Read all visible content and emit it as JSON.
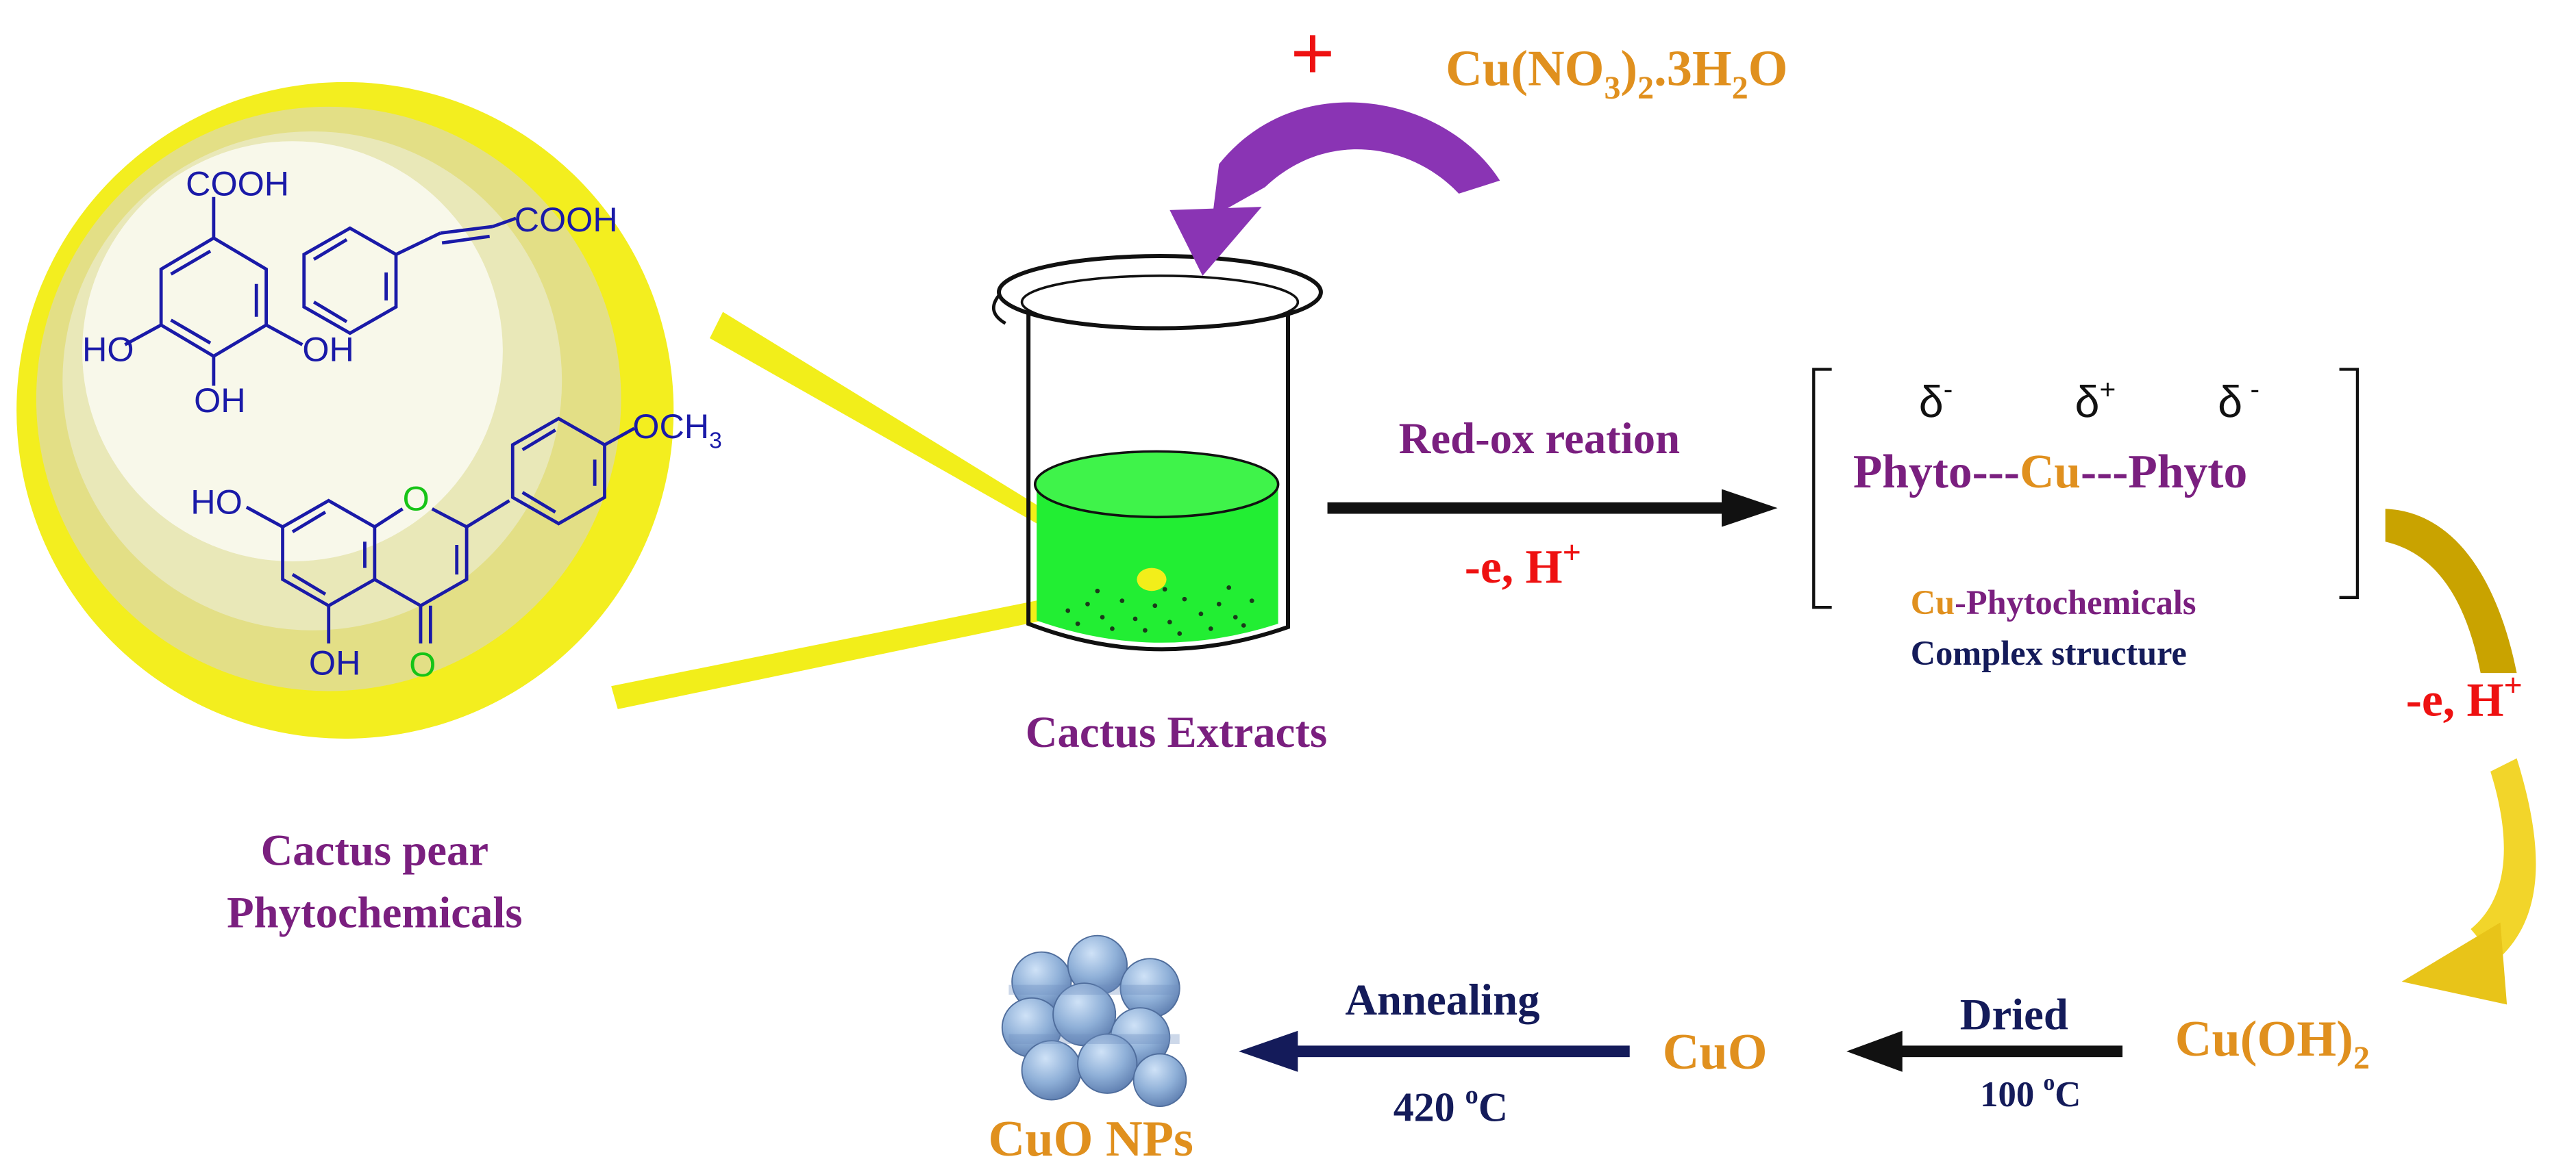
{
  "colors": {
    "purple": "#7a1f7f",
    "orange": "#e0901e",
    "red": "#ee1111",
    "navy": "#141b5a",
    "structure_blue": "#1a1aa8",
    "structure_green": "#17c417",
    "solution_green": "#22ee33",
    "lens_yellow": "#f2ee1a",
    "gold_arrow": "#c9a300",
    "violet_arrow": "#8a34b4",
    "nanoparticle_blue": "#8aa7d1"
  },
  "icons": [
    "beaker-icon",
    "nanoparticle-cluster-icon",
    "magnifier-lens-icon"
  ],
  "reagent": {
    "plus": "+",
    "base": "Cu(NO",
    "sub1": "3",
    "mid": ")",
    "sub2": "2",
    "tail": ".3H",
    "sub3": "2",
    "end": "O"
  },
  "beaker_label": "Cactus Extracts",
  "lens_label": [
    "Cactus pear",
    "Phytochemicals"
  ],
  "molecules": {
    "gallic": {
      "cooh": "COOH",
      "ho_left": "HO",
      "oh_right": "OH",
      "oh_bottom": "OH"
    },
    "cinnamic": {
      "cooh": "COOH"
    },
    "flavone": {
      "ho_top": "HO",
      "oh_bottom": "OH",
      "ring_o": "O",
      "carbonyl_o": "O",
      "och3": "OCH",
      "och3_sub": "3"
    }
  },
  "redox": {
    "top": "Red-ox reation",
    "bottom": "-e, H",
    "bottom_sup": "+"
  },
  "complex": {
    "delta1": "δ",
    "charge1": "-",
    "delta2": "δ",
    "charge2": "+",
    "delta3": "δ",
    "charge3": " -",
    "left": "Phyto",
    "dash1": "---",
    "center": "Cu",
    "dash2": "---",
    "right": "Phyto",
    "caption_cu": "Cu",
    "caption_rest": "-Phytochemicals",
    "caption_line2": "Complex structure"
  },
  "side_step": {
    "text": "-e, H",
    "sup": "+"
  },
  "hydroxide": {
    "base": "Cu(OH)",
    "sub": "2"
  },
  "dried": {
    "top": "Dried",
    "bottom": "100 ",
    "deg": "o",
    "unit": "C"
  },
  "cuo": "CuO",
  "annealing": {
    "top": "Annealing",
    "bottom": "420 ",
    "deg": "o",
    "unit": "C"
  },
  "product": "CuO NPs"
}
